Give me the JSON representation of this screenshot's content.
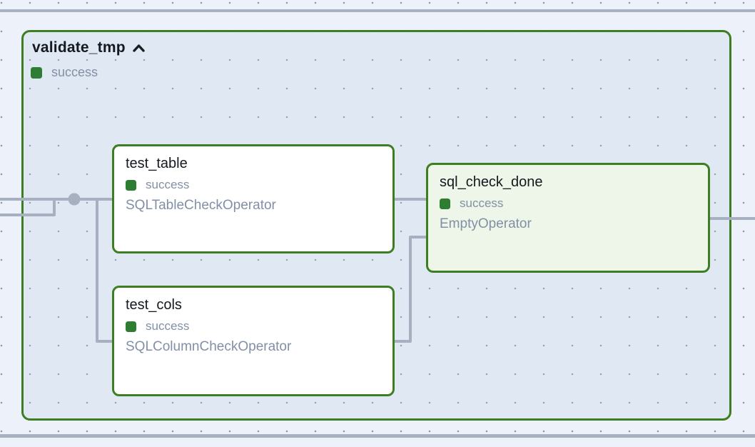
{
  "page": {
    "background_color": "#edf1fa",
    "group_border_color": "#3d7e22",
    "success_color": "#2f7d33",
    "edge_color": "#a6b0c0",
    "muted_text_color": "#8290a5"
  },
  "group": {
    "title": "validate_tmp",
    "status_label": "success",
    "collapse_icon": "chevron-up"
  },
  "nodes": [
    {
      "title": "test_table",
      "status_label": "success",
      "operator": "SQLTableCheckOperator"
    },
    {
      "title": "test_cols",
      "status_label": "success",
      "operator": "SQLColumnCheckOperator"
    },
    {
      "title": "sql_check_done",
      "status_label": "success",
      "operator": "EmptyOperator"
    }
  ]
}
